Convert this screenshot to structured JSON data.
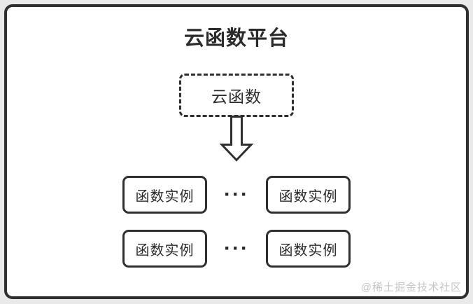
{
  "diagram": {
    "title": "云函数平台",
    "cloud_function": {
      "label": "云函数"
    },
    "ellipsis": "···",
    "instances": [
      {
        "label": "函数实例"
      },
      {
        "label": "函数实例"
      },
      {
        "label": "函数实例"
      },
      {
        "label": "函数实例"
      }
    ],
    "watermark": "@稀土掘金技术社区"
  },
  "icons": {
    "arrow_down": "hollow-down-arrow"
  },
  "colors": {
    "outer_background": "#e9e9e9",
    "inner_background": "#ffffff",
    "border": "#2f2f2f",
    "text": "#2b2b2b",
    "watermark": "#c6c6c6"
  }
}
